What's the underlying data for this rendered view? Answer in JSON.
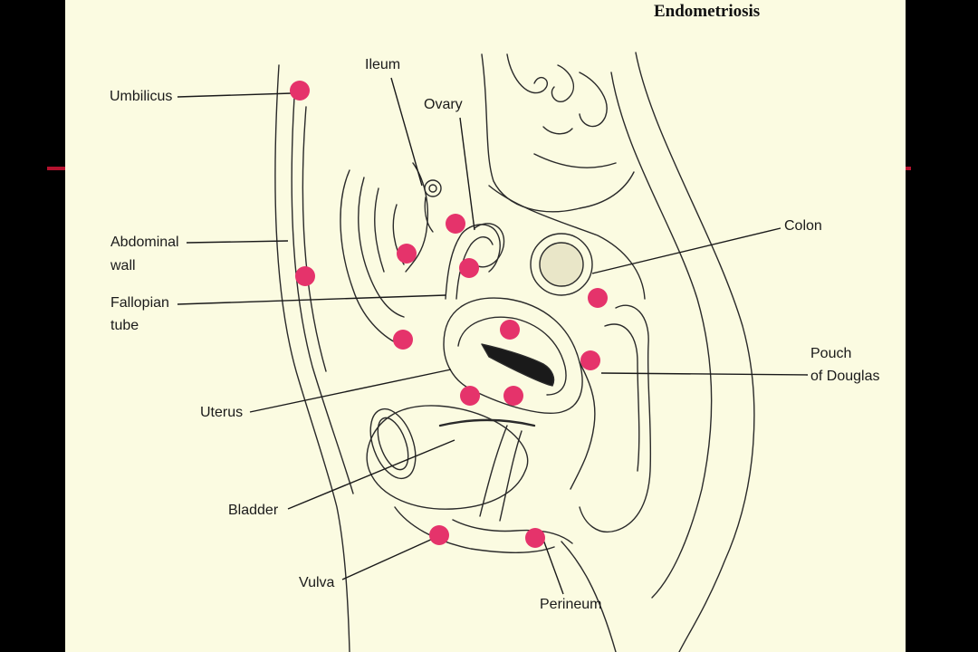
{
  "title": "Endometriosis",
  "colors": {
    "background": "#000000",
    "paper": "#fbfbe1",
    "lesion": "#e5336b",
    "ink": "#1a1a1a",
    "accent_rule": "#b5122e"
  },
  "labels": {
    "umbilicus": "Umbilicus",
    "ileum": "Ileum",
    "ovary": "Ovary",
    "colon": "Colon",
    "abdominal_wall_1": "Abdominal",
    "abdominal_wall_2": "wall",
    "fallopian_tube_1": "Fallopian",
    "fallopian_tube_2": "tube",
    "pouch_of_douglas_1": "Pouch",
    "pouch_of_douglas_2": "of Douglas",
    "uterus": "Uterus",
    "bladder": "Bladder",
    "vulva": "Vulva",
    "perineum": "Perineum"
  },
  "lesion_sites": [
    "umbilicus",
    "abdominal wall",
    "ileum",
    "ovary",
    "fallopian tube",
    "colon",
    "pouch of douglas",
    "uterus",
    "bladder",
    "vulva",
    "perineum"
  ]
}
